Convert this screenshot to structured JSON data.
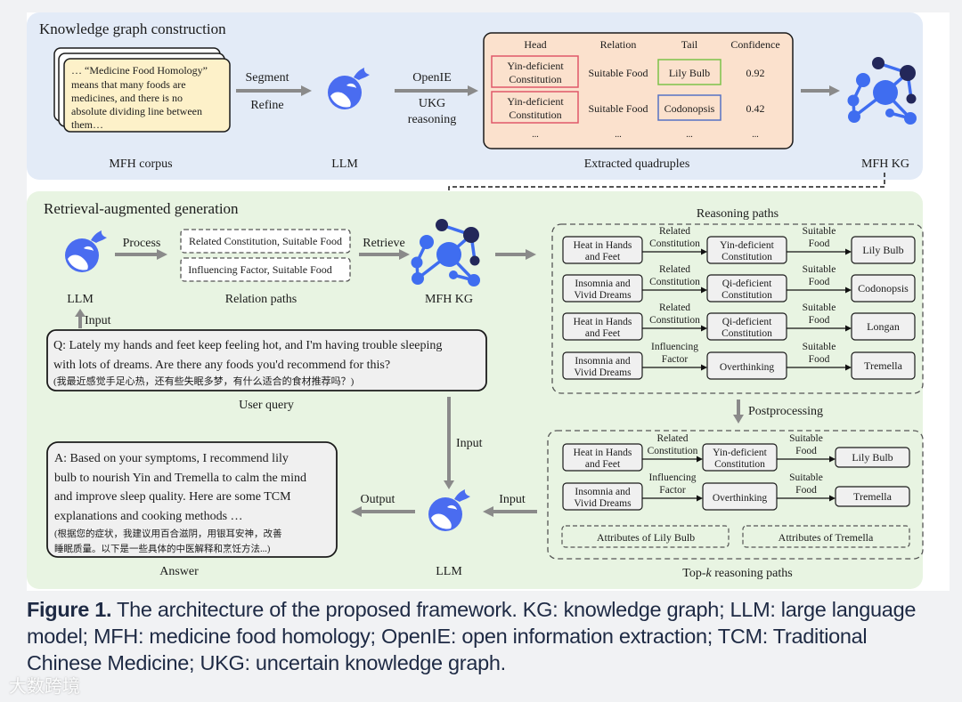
{
  "kg_section": {
    "title": "Knowledge graph construction",
    "corpus_text": [
      "… “Medicine Food Homology”",
      "means that many foods are",
      "medicines, and there is no",
      "absolute dividing line between",
      "them…"
    ],
    "corpus_label": "MFH corpus",
    "arrow1_top": "Segment",
    "arrow1_bottom": "Refine",
    "llm_label": "LLM",
    "arrow2_top": "OpenIE",
    "arrow2_bottom1": "UKG",
    "arrow2_bottom2": "reasoning",
    "table": {
      "headers": [
        "Head",
        "Relation",
        "Tail",
        "Confidence"
      ],
      "rows": [
        {
          "head1": "Yin-deficient",
          "head2": "Constitution",
          "relation": "Suitable Food",
          "tail": "Lily Bulb",
          "confidence": "0.92"
        },
        {
          "head1": "Yin-deficient",
          "head2": "Constitution",
          "relation": "Suitable Food",
          "tail": "Codonopsis",
          "confidence": "0.42"
        }
      ],
      "ellipsis": "..."
    },
    "table_label": "Extracted quadruples",
    "kg_label": "MFH KG"
  },
  "rag_section": {
    "title": "Retrieval-augmented generation",
    "llm_label": "LLM",
    "process_label": "Process",
    "relation_paths": [
      "Related Constitution, Suitable Food",
      "Influencing Factor, Suitable Food"
    ],
    "relation_paths_label": "Relation paths",
    "retrieve_label": "Retrieve",
    "kg_label": "MFH KG",
    "input_label": "Input",
    "query_lines": [
      "Q: Lately my hands and feet keep feeling hot, and I'm having trouble sleeping",
      "with lots of dreams. Are there any foods you'd recommend for this?"
    ],
    "query_cn": "(我最近感觉手足心热，还有些失眠多梦，有什么适合的食材推荐吗？)",
    "query_label": "User query",
    "input_label2": "Input",
    "input_label3": "Input",
    "output_label": "Output",
    "answer_lines": [
      "A: Based on your symptoms, I recommend lily",
      "bulb to nourish Yin and Tremella to calm the mind",
      "and improve sleep quality. Here are some TCM",
      "explanations and cooking methods …"
    ],
    "answer_cn": [
      "(根据您的症状，我建议用百合滋阴，用银耳安神，改善",
      "睡眠质量。以下是一些具体的中医解释和烹饪方法...)"
    ],
    "answer_label": "Answer",
    "llm_label2": "LLM",
    "reasoning_title": "Reasoning paths",
    "reasoning_paths": [
      {
        "a1": "Heat in Hands",
        "a2": "and Feet",
        "r1a": "Related",
        "r1b": "Constitution",
        "b1": "Yin-deficient",
        "b2": "Constitution",
        "r2a": "Suitable",
        "r2b": "Food",
        "c": "Lily Bulb"
      },
      {
        "a1": "Insomnia and",
        "a2": "Vivid Dreams",
        "r1a": "Related",
        "r1b": "Constitution",
        "b1": "Qi-deficient",
        "b2": "Constitution",
        "r2a": "Suitable",
        "r2b": "Food",
        "c": "Codonopsis"
      },
      {
        "a1": "Heat in Hands",
        "a2": "and Feet",
        "r1a": "Related",
        "r1b": "Constitution",
        "b1": "Qi-deficient",
        "b2": "Constitution",
        "r2a": "Suitable",
        "r2b": "Food",
        "c": "Longan"
      },
      {
        "a1": "Insomnia and",
        "a2": "Vivid Dreams",
        "r1a": "Influencing",
        "r1b": "Factor",
        "b1": "Overthinking",
        "b2": "",
        "r2a": "Suitable",
        "r2b": "Food",
        "c": "Tremella"
      }
    ],
    "postprocessing_label": "Postprocessing",
    "topk_paths": [
      {
        "a1": "Heat in Hands",
        "a2": "and Feet",
        "r1a": "Related",
        "r1b": "Constitution",
        "b1": "Yin-deficient",
        "b2": "Constitution",
        "r2a": "Suitable",
        "r2b": "Food",
        "c": "Lily Bulb"
      },
      {
        "a1": "Insomnia and",
        "a2": "Vivid Dreams",
        "r1a": "Influencing",
        "r1b": "Factor",
        "b1": "Overthinking",
        "b2": "",
        "r2a": "Suitable",
        "r2b": "Food",
        "c": "Tremella"
      }
    ],
    "attributes": [
      "Attributes of Lily Bulb",
      "Attributes of Tremella"
    ],
    "topk_label_prefix": "Top-",
    "topk_label_k": "k",
    "topk_label_suffix": " reasoning paths"
  },
  "caption": {
    "figure_label": "Figure 1.",
    "text": " The architecture of the proposed framework. KG: knowledge graph; LLM: large language model; MFH: medicine food homology; OpenIE: open information extraction; TCM: Traditional Chinese Medicine; UKG: uncertain knowledge graph."
  },
  "watermark": "大数跨境",
  "colors": {
    "kg_panel": "#e3ebf7",
    "rag_panel": "#e8f4e2",
    "corpus_card": "#fdf1c9",
    "table_bg": "#fbe1cd",
    "head_border": "#e0586a",
    "tail_border_green": "#7cc24a",
    "tail_border_blue": "#5673c3",
    "llm_blue": "#4a6cf0",
    "kg_blue": "#3f6df0",
    "kg_navy": "#23275a",
    "arrow_gray": "#8a8a8a",
    "box_bg": "#f0f0f0",
    "caption_text": "#1e2a44"
  }
}
